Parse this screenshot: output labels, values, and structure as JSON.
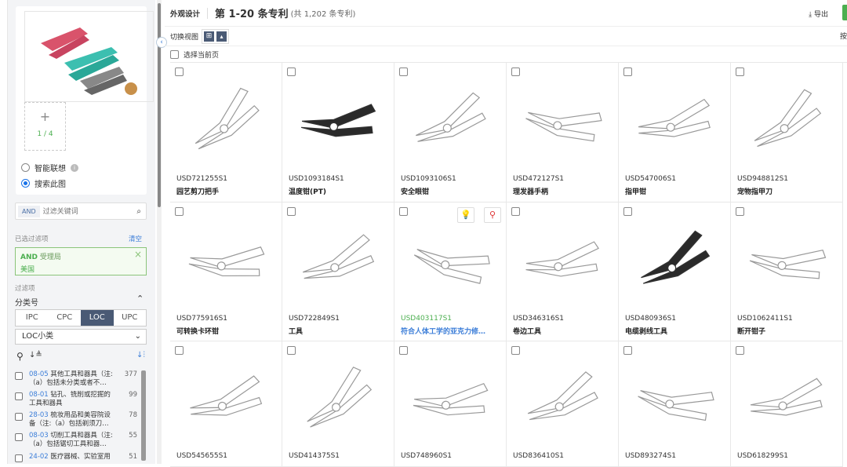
{
  "header": {
    "section": "外观设计",
    "title": "第 1-20 条专利",
    "total": "(共 1,202 条专利)",
    "export": "导出",
    "view_label": "切换视图",
    "sort_cut": "按",
    "select_page": "选择当前页"
  },
  "sidebar": {
    "image_counter": "1 / 4",
    "add": "+",
    "radio_smart": "智能联想",
    "radio_search": "搜索此图",
    "and": "AND",
    "search_placeholder": "过滤关键词",
    "selected_filters": "已选过滤项",
    "clear": "清空",
    "filter_tag": {
      "op": "AND",
      "field": "受理局",
      "value": "美国"
    },
    "filters_label": "过滤项",
    "classification": "分类号",
    "tabs": [
      "IPC",
      "CPC",
      "LOC",
      "UPC"
    ],
    "active_tab": "LOC",
    "dropdown": "LOC小类",
    "items": [
      {
        "code": "08-05",
        "text": "其他工具和器具（注:（a）包括未分类或者不…",
        "count": "377"
      },
      {
        "code": "08-01",
        "text": "钻孔、铣削或挖掘的工具和器具",
        "count": "99"
      },
      {
        "code": "28-03",
        "text": "梳妆用品和美容院设备（注:（a）包括剃须刀…",
        "count": "78"
      },
      {
        "code": "08-03",
        "text": "切削工具和器具（注:（a）包括锯切工具和器…",
        "count": "55"
      },
      {
        "code": "24-02",
        "text": "医疗器械、实验室用",
        "count": "51"
      }
    ]
  },
  "patents": [
    {
      "number": "USD721255S1",
      "title": "园艺剪刀把手"
    },
    {
      "number": "USD1093184S1",
      "title": "温度钳(PT)",
      "dark": true
    },
    {
      "number": "USD1093106S1",
      "title": "安全眼钳"
    },
    {
      "number": "USD472127S1",
      "title": "理发器手柄"
    },
    {
      "number": "USD547006S1",
      "title": "指甲钳"
    },
    {
      "number": "USD948812S1",
      "title": "宠物指甲刀"
    },
    {
      "number": "USD775916S1",
      "title": "可转换卡环钳"
    },
    {
      "number": "USD722849S1",
      "title": "工具"
    },
    {
      "number": "USD403117S1",
      "title": "符合人体工学的亚克力修…",
      "highlight": true
    },
    {
      "number": "USD346316S1",
      "title": "卷边工具"
    },
    {
      "number": "USD480936S1",
      "title": "电缆剥线工具",
      "dark": true
    },
    {
      "number": "USD1062411S1",
      "title": "断开钳子"
    },
    {
      "number": "USD545655S1",
      "title": ""
    },
    {
      "number": "USD414375S1",
      "title": ""
    },
    {
      "number": "USD748960S1",
      "title": ""
    },
    {
      "number": "USD836410S1",
      "title": ""
    },
    {
      "number": "USD893274S1",
      "title": ""
    },
    {
      "number": "USD618299S1",
      "title": ""
    }
  ],
  "colors": {
    "accent": "#1a73e8",
    "green": "#4caf50",
    "active_tab": "#4a5a75"
  }
}
